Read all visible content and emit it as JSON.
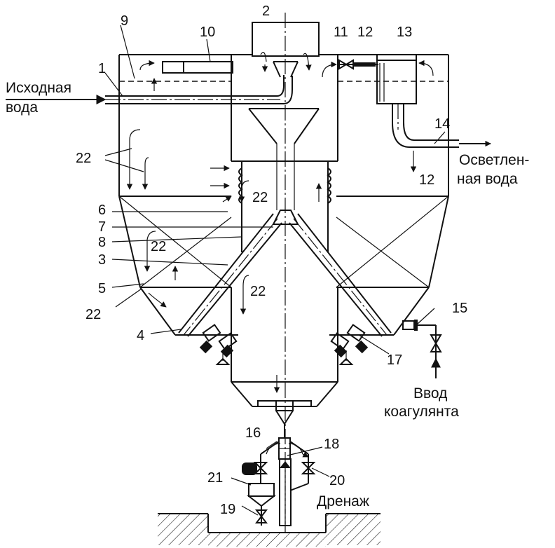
{
  "labels": {
    "inlet_water_line1": "Исходная",
    "inlet_water_line2": "вода",
    "clarified_water_line1": "Осветлен-",
    "clarified_water_line2": "ная вода",
    "coagulant_line1": "Ввод",
    "coagulant_line2": "коагулянта",
    "drainage": "Дренаж"
  },
  "callouts": {
    "n1": "1",
    "n2": "2",
    "n3": "3",
    "n4": "4",
    "n5": "5",
    "n6": "6",
    "n7": "7",
    "n8": "8",
    "n9": "9",
    "n10": "10",
    "n11": "11",
    "n12_top": "12",
    "n12_bottom": "12",
    "n13": "13",
    "n14": "14",
    "n15": "15",
    "n16": "16",
    "n17": "17",
    "n18": "18",
    "n19": "19",
    "n20": "20",
    "n21": "21",
    "n22_a": "22",
    "n22_b": "22",
    "n22_c": "22",
    "n22_d": "22",
    "n22_e": "22"
  }
}
